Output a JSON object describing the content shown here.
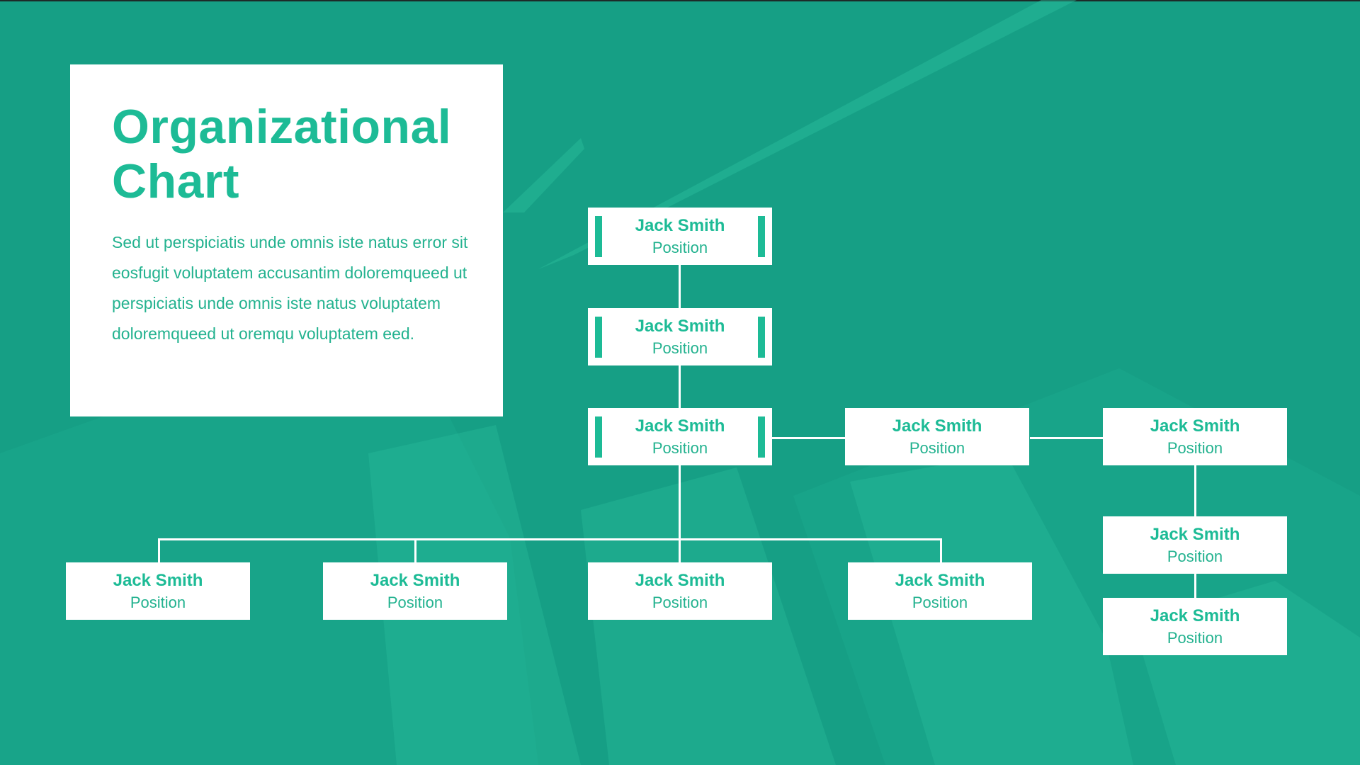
{
  "slide": {
    "title": "Organizational\nChart",
    "description": "Sed ut perspiciatis unde omnis iste natus error sit eosfugit voluptatem accusantim doloremqueed ut perspiciatis unde omnis iste natus voluptatem doloremqueed ut oremqu voluptatem eed."
  },
  "colors": {
    "background": "#169f85",
    "accent": "#1dbb96",
    "text": "#23b28f",
    "box": "#ffffff",
    "connector": "#ffffff"
  },
  "org_chart": {
    "nodes": [
      {
        "id": "n1",
        "name": "Jack Smith",
        "position": "Position",
        "highlighted": true
      },
      {
        "id": "n2",
        "name": "Jack Smith",
        "position": "Position",
        "highlighted": true
      },
      {
        "id": "n3",
        "name": "Jack Smith",
        "position": "Position",
        "highlighted": true
      },
      {
        "id": "n4",
        "name": "Jack Smith",
        "position": "Position",
        "highlighted": false
      },
      {
        "id": "n5",
        "name": "Jack Smith",
        "position": "Position",
        "highlighted": false
      },
      {
        "id": "n6",
        "name": "Jack Smith",
        "position": "Position",
        "highlighted": false
      },
      {
        "id": "n7",
        "name": "Jack Smith",
        "position": "Position",
        "highlighted": false
      },
      {
        "id": "n8",
        "name": "Jack Smith",
        "position": "Position",
        "highlighted": false
      },
      {
        "id": "n9",
        "name": "Jack Smith",
        "position": "Position",
        "highlighted": false
      },
      {
        "id": "n10",
        "name": "Jack Smith",
        "position": "Position",
        "highlighted": false
      },
      {
        "id": "n11",
        "name": "Jack Smith",
        "position": "Position",
        "highlighted": false
      }
    ],
    "edges": [
      [
        "n1",
        "n2"
      ],
      [
        "n2",
        "n3"
      ],
      [
        "n3",
        "n4"
      ],
      [
        "n4",
        "n5"
      ],
      [
        "n5",
        "n6"
      ],
      [
        "n6",
        "n7"
      ],
      [
        "n3",
        "n8"
      ],
      [
        "n3",
        "n9"
      ],
      [
        "n3",
        "n10"
      ],
      [
        "n3",
        "n11"
      ]
    ]
  }
}
